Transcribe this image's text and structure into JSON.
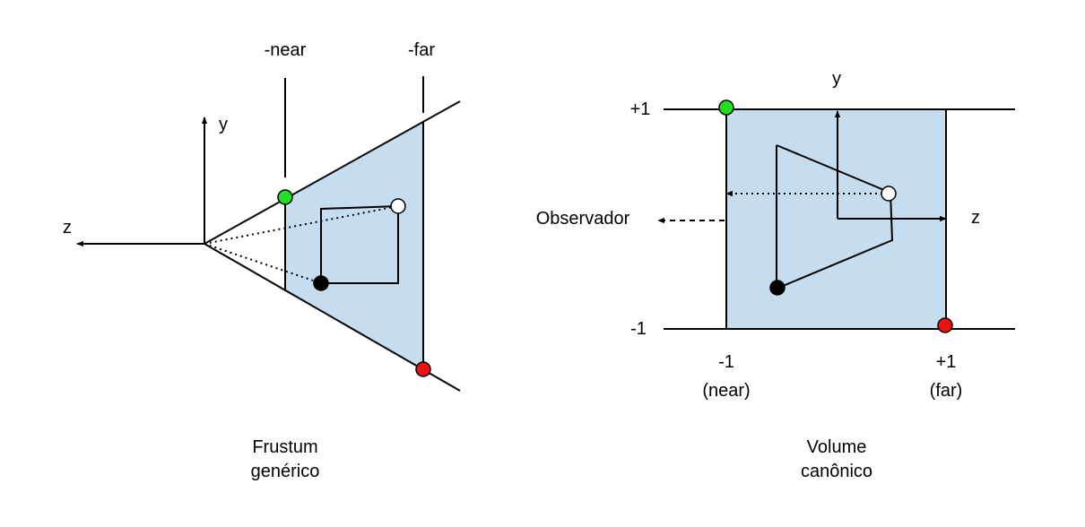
{
  "colors": {
    "volume_fill": "#c6dcef",
    "point_green": "#22dd22",
    "point_red": "#ee1111",
    "point_black": "#000000",
    "point_white": "#ffffff"
  },
  "left_diagram": {
    "label_near": "-near",
    "label_far": "-far",
    "axis_y": "y",
    "axis_z": "z",
    "caption_line1": "Frustum",
    "caption_line2": "genérico"
  },
  "right_diagram": {
    "label_plus1_y": "+1",
    "label_minus1_y": "-1",
    "axis_y": "y",
    "axis_z": "z",
    "observer": "Observador",
    "label_minus1_x": "-1",
    "label_near": "(near)",
    "label_plus1_x": "+1",
    "label_far": "(far)",
    "caption_line1": "Volume",
    "caption_line2": "canônico"
  }
}
